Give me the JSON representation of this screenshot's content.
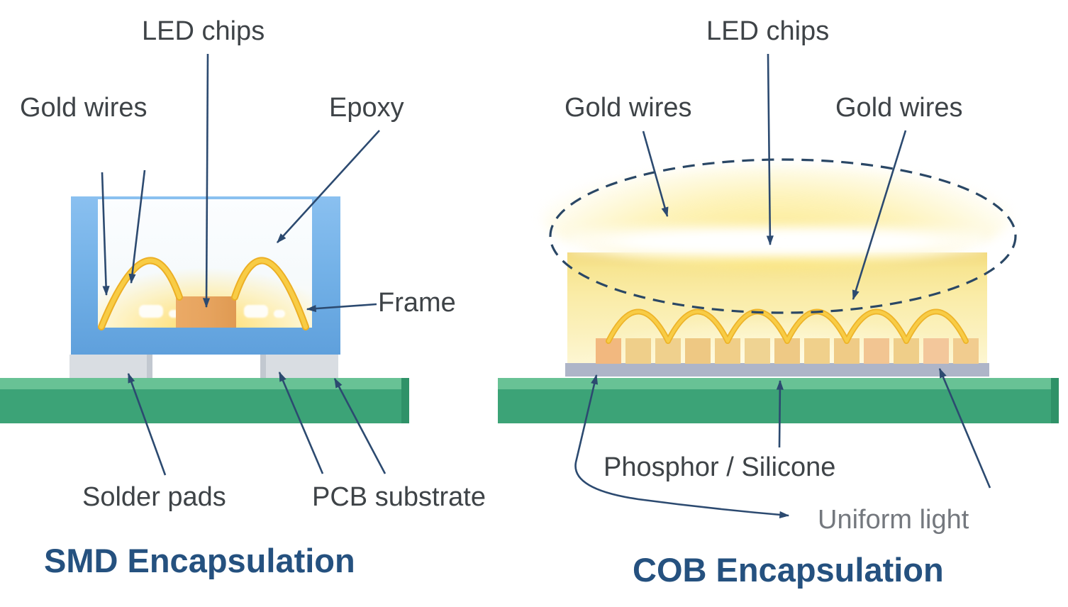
{
  "smd": {
    "title": "SMD Encapsulation",
    "labels": {
      "led_chips": "LED chips",
      "gold_wires": "Gold wires",
      "epoxy": "Epoxy",
      "frame": "Frame",
      "solder_pads": "Solder pads",
      "pcb_substrate": "PCB substrate"
    }
  },
  "cob": {
    "title": "COB Encapsulation",
    "labels": {
      "led_chips": "LED chips",
      "gold_wires_left": "Gold wires",
      "gold_wires_right": "Gold wires",
      "phosphor_silicone": "Phosphor / Silicone",
      "uniform_light": "Uniform light"
    }
  },
  "colors": {
    "label_text": "#3E4347",
    "secondary_label_text": "#74787E",
    "title_text": "#25517F",
    "leader_line": "#2C4A70",
    "dashed_ellipse": "#2A4765",
    "frame_blue": "#6FAEE6",
    "gold_wire": "#F5C230",
    "led_chip_orange": "#E8A55F",
    "solder_pad_gray": "#D9DDE2",
    "substrate_gray": "#AEB5C8",
    "pcb_green": "#3CA377",
    "pcb_green_light": "#68C295",
    "phosphor_yellow": "#FAECA8",
    "epoxy_white": "#FBFDFF",
    "glow_yellow": "#FFE27A"
  }
}
